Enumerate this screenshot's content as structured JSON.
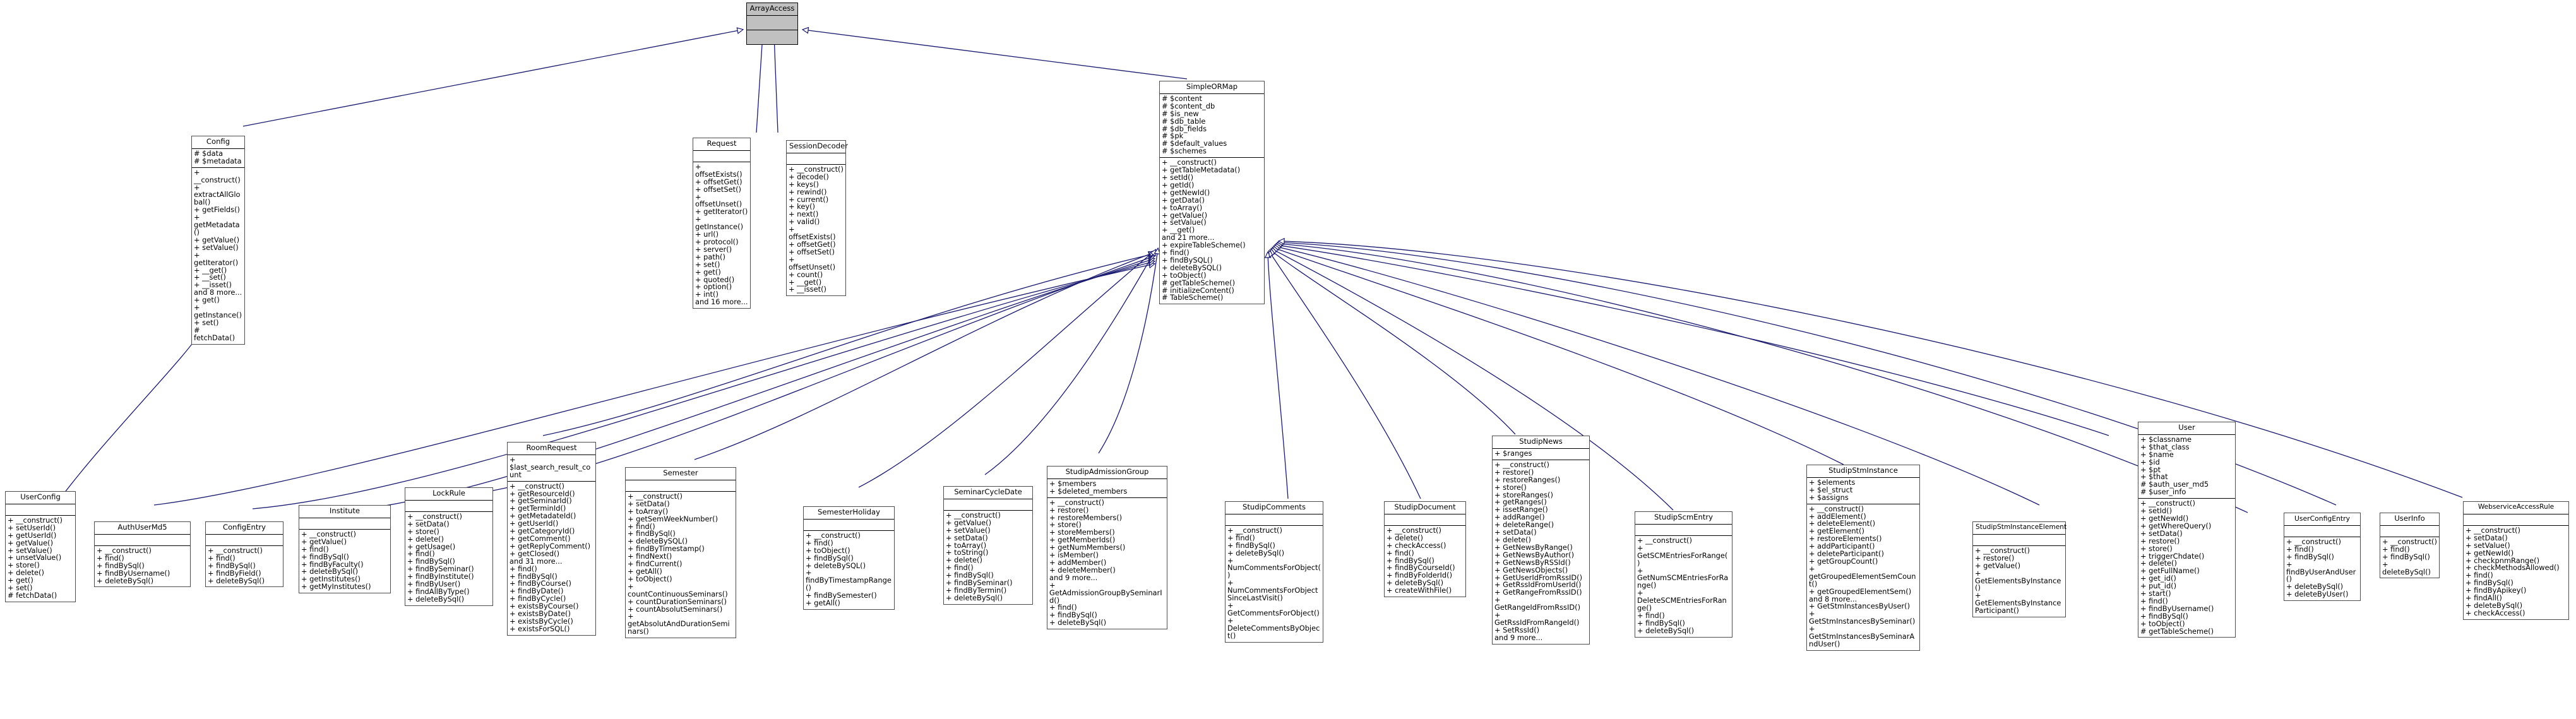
{
  "diagram": {
    "type": "uml-class-inheritance",
    "title": "ArrayAccess inheritance diagram",
    "root": "ArrayAccess",
    "edge_color": "#191970",
    "root_fill": "#c0c0c0",
    "node_fill": "#ffffff",
    "border_color": "#4d4d4d"
  },
  "nodes": [
    {
      "id": "ArrayAccess",
      "name": "ArrayAccess",
      "root": true,
      "attributes": [],
      "operations": []
    },
    {
      "id": "Config",
      "name": "Config",
      "attributes": [
        "# $data",
        "# $metadata"
      ],
      "operations": [
        "+ __construct()",
        "+ extractAllGlobal()",
        "+ getFields()",
        "+ getMetadata()",
        "+ getValue()",
        "+ setValue()",
        "+ getIterator()",
        "+ __get()",
        "+ __set()",
        "+ __isset()",
        "and 8 more...",
        "+ get()",
        "+ getInstance()",
        "+ set()",
        "# fetchData()"
      ]
    },
    {
      "id": "Request",
      "name": "Request",
      "attributes": [],
      "operations": [
        "+ offsetExists()",
        "+ offsetGet()",
        "+ offsetSet()",
        "+ offsetUnset()",
        "+ getIterator()",
        "+ getInstance()",
        "+ url()",
        "+ protocol()",
        "+ server()",
        "+ path()",
        "+ set()",
        "+ get()",
        "+ quoted()",
        "+ option()",
        "+ int()",
        "and 16 more..."
      ]
    },
    {
      "id": "SessionDecoder",
      "name": "SessionDecoder",
      "attributes": [],
      "operations": [
        "+ __construct()",
        "+ decode()",
        "+ keys()",
        "+ rewind()",
        "+ current()",
        "+ key()",
        "+ next()",
        "+ valid()",
        "+ offsetExists()",
        "+ offsetGet()",
        "+ offsetSet()",
        "+ offsetUnset()",
        "+ count()",
        "+ __get()",
        "+ __isset()"
      ]
    },
    {
      "id": "SimpleORMap",
      "name": "SimpleORMap",
      "attributes": [
        "# $content",
        "# $content_db",
        "# $is_new",
        "# $db_table",
        "# $db_fields",
        "# $pk",
        "# $default_values",
        "# $schemes"
      ],
      "operations": [
        "+ __construct()",
        "+ getTableMetadata()",
        "+ setId()",
        "+ getId()",
        "+ getNewId()",
        "+ getData()",
        "+ toArray()",
        "+ getValue()",
        "+ setValue()",
        "+ __get()",
        "and 21 more...",
        "+ expireTableScheme()",
        "+ find()",
        "+ findBySQL()",
        "+ deleteBySQL()",
        "+ toObject()",
        "# getTableScheme()",
        "# initializeContent()",
        "# TableScheme()"
      ]
    },
    {
      "id": "UserConfig",
      "name": "UserConfig",
      "attributes": [],
      "operations": [
        "+ __construct()",
        "+ setUserId()",
        "+ getUserId()",
        "+ getValue()",
        "+ setValue()",
        "+ unsetValue()",
        "+ store()",
        "+ delete()",
        "+ get()",
        "+ set()",
        "# fetchData()"
      ]
    },
    {
      "id": "AuthUserMd5",
      "name": "AuthUserMd5",
      "attributes": [],
      "operations": [
        "+ __construct()",
        "+ find()",
        "+ findBySql()",
        "+ findByUsername()",
        "+ deleteBySql()"
      ]
    },
    {
      "id": "ConfigEntry",
      "name": "ConfigEntry",
      "attributes": [],
      "operations": [
        "+ __construct()",
        "+ find()",
        "+ findBySql()",
        "+ findByField()",
        "+ deleteBySql()"
      ]
    },
    {
      "id": "Institute",
      "name": "Institute",
      "attributes": [],
      "operations": [
        "+ __construct()",
        "+ getValue()",
        "+ find()",
        "+ findBySql()",
        "+ findByFaculty()",
        "+ deleteBySql()",
        "+ getInstitutes()",
        "+ getMyInstitutes()"
      ]
    },
    {
      "id": "LockRule",
      "name": "LockRule",
      "attributes": [],
      "operations": [
        "+ __construct()",
        "+ setData()",
        "+ store()",
        "+ delete()",
        "+ getUsage()",
        "+ find()",
        "+ findBySql()",
        "+ findBySeminar()",
        "+ findByInstitute()",
        "+ findByUser()",
        "+ findAllByType()",
        "+ deleteBySql()"
      ]
    },
    {
      "id": "RoomRequest",
      "name": "RoomRequest",
      "attributes": [
        "+ $last_search_result_count"
      ],
      "operations": [
        "+ __construct()",
        "+ getResourceId()",
        "+ getSeminarId()",
        "+ getTerminId()",
        "+ getMetadateId()",
        "+ getUserId()",
        "+ getCategoryId()",
        "+ getComment()",
        "+ getReplyComment()",
        "+ getClosed()",
        "and 31 more...",
        "+ find()",
        "+ findBySql()",
        "+ findByCourse()",
        "+ findByDate()",
        "+ findByCycle()",
        "+ existsByCourse()",
        "+ existsByDate()",
        "+ existsByCycle()",
        "+ existsForSQL()"
      ]
    },
    {
      "id": "Semester",
      "name": "Semester",
      "attributes": [],
      "operations": [
        "+ __construct()",
        "+ setData()",
        "+ toArray()",
        "+ getSemWeekNumber()",
        "+ find()",
        "+ findBySql()",
        "+ deleteBySQL()",
        "+ findByTimestamp()",
        "+ findNext()",
        "+ findCurrent()",
        "+ getAll()",
        "+ toObject()",
        "+ countContinuousSeminars()",
        "+ countDurationSeminars()",
        "+ countAbsolutSeminars()",
        "+ getAbsolutAndDurationSeminars()"
      ]
    },
    {
      "id": "SemesterHoliday",
      "name": "SemesterHoliday",
      "attributes": [],
      "operations": [
        "+ __construct()",
        "+ find()",
        "+ toObject()",
        "+ findBySql()",
        "+ deleteBySQL()",
        "+ findByTimestampRange()",
        "+ findBySemester()",
        "+ getAll()"
      ]
    },
    {
      "id": "SeminarCycleDate",
      "name": "SeminarCycleDate",
      "attributes": [],
      "operations": [
        "+ __construct()",
        "+ getValue()",
        "+ setValue()",
        "+ setData()",
        "+ toArray()",
        "+ toString()",
        "+ delete()",
        "+ find()",
        "+ findBySql()",
        "+ findBySeminar()",
        "+ findByTermin()",
        "+ deleteBySql()"
      ]
    },
    {
      "id": "StudipAdmissionGroup",
      "name": "StudipAdmissionGroup",
      "attributes": [
        "+ $members",
        "+ $deleted_members"
      ],
      "operations": [
        "+ __construct()",
        "+ restore()",
        "+ restoreMembers()",
        "+ store()",
        "+ storeMembers()",
        "+ getMemberIds()",
        "+ getNumMembers()",
        "+ isMember()",
        "+ addMember()",
        "+ deleteMember()",
        "and 9 more...",
        "+ GetAdmissionGroupBySeminarId()",
        "+ find()",
        "+ findBySql()",
        "+ deleteBySql()"
      ]
    },
    {
      "id": "StudipComments",
      "name": "StudipComments",
      "attributes": [],
      "operations": [
        "+ __construct()",
        "+ find()",
        "+ findBySql()",
        "+ deleteBySql()",
        "+ NumCommentsForObject()",
        "+ NumCommentsForObjectSinceLastVisit()",
        "+ GetCommentsForObject()",
        "+ DeleteCommentsByObject()"
      ]
    },
    {
      "id": "StudipDocument",
      "name": "StudipDocument",
      "attributes": [],
      "operations": [
        "+ __construct()",
        "+ delete()",
        "+ checkAccess()",
        "+ find()",
        "+ findBySql()",
        "+ findByCourseId()",
        "+ findByFolderId()",
        "+ deleteBySql()",
        "+ createWithFile()"
      ]
    },
    {
      "id": "StudipNews",
      "name": "StudipNews",
      "attributes": [
        "+ $ranges"
      ],
      "operations": [
        "+ __construct()",
        "+ restore()",
        "+ restoreRanges()",
        "+ store()",
        "+ storeRanges()",
        "+ getRanges()",
        "+ issetRange()",
        "+ addRange()",
        "+ deleteRange()",
        "+ setData()",
        "+ delete()",
        "+ GetNewsByRange()",
        "+ GetNewsByAuthor()",
        "+ GetNewsByRSSId()",
        "+ GetNewsObjects()",
        "+ GetUserIdFromRssID()",
        "+ GetRssIdFromUserId()",
        "+ GetRangeFromRssID()",
        "+ GetRangeIdFromRssID()",
        "+ GetRssIdFromRangeId()",
        "+ SetRssId()",
        "and 9 more..."
      ]
    },
    {
      "id": "StudipScmEntry",
      "name": "StudipScmEntry",
      "attributes": [],
      "operations": [
        "+ __construct()",
        "+ GetSCMEntriesForRange()",
        "+ GetNumSCMEntriesForRange()",
        "+ DeleteSCMEntriesForRange()",
        "+ find()",
        "+ findBySql()",
        "+ deleteBySql()"
      ]
    },
    {
      "id": "StudipStmInstance",
      "name": "StudipStmInstance",
      "attributes": [
        "+ $elements",
        "+ $el_struct",
        "+ $assigns"
      ],
      "operations": [
        "+ __construct()",
        "+ addElement()",
        "+ deleteElement()",
        "+ getElement()",
        "+ restoreElements()",
        "+ addParticipant()",
        "+ deleteParticipant()",
        "+ getGroupCount()",
        "+ getGroupedElementSemCount()",
        "+ getGroupedElementSem()",
        "and 8 more...",
        "+ GetStmInstancesByUser()",
        "+ GetStmInstancesBySeminar()",
        "+ GetStmInstancesBySeminarAndUser()"
      ]
    },
    {
      "id": "StudipStmInstanceElement",
      "name": "StudipStmInstanceElement",
      "attributes": [],
      "operations": [
        "+ __construct()",
        "+ restore()",
        "+ getValue()",
        "+ GetElementsByInstance()",
        "+ GetElementsByInstanceParticipant()"
      ]
    },
    {
      "id": "User",
      "name": "User",
      "attributes": [
        "+ $classname",
        "+ $that_class",
        "+ $name",
        "+ $id",
        "+ $pt",
        "+ $that",
        "# $auth_user_md5",
        "# $user_info"
      ],
      "operations": [
        "+ __construct()",
        "+ setId()",
        "+ getNewId()",
        "+ getWhereQuery()",
        "+ setData()",
        "+ restore()",
        "+ store()",
        "+ triggerChdate()",
        "+ delete()",
        "+ getFullName()",
        "+ get_id()",
        "+ put_id()",
        "+ start()",
        "+ find()",
        "+ findByUsername()",
        "+ findBySql()",
        "+ toObject()",
        "# getTableScheme()"
      ]
    },
    {
      "id": "UserConfigEntry",
      "name": "UserConfigEntry",
      "attributes": [],
      "operations": [
        "+ __construct()",
        "+ find()",
        "+ findBySql()",
        "+ findByUserAndUser()",
        "+ deleteBySql()",
        "+ deleteByUser()"
      ]
    },
    {
      "id": "UserInfo",
      "name": "UserInfo",
      "attributes": [],
      "operations": [
        "+ __construct()",
        "+ find()",
        "+ findBySql()",
        "+ deleteBySql()"
      ]
    },
    {
      "id": "WebserviceAccessRule",
      "name": "WebserviceAccessRule",
      "attributes": [],
      "operations": [
        "+ __construct()",
        "+ setData()",
        "+ setValue()",
        "+ getNewId()",
        "+ checkpnmRange()",
        "+ checkMethodsAllowed()",
        "+ find()",
        "+ findBySql()",
        "+ findByApikey()",
        "+ findAll()",
        "+ deleteBySql()",
        "+ checkAccess()"
      ]
    }
  ],
  "edges": [
    {
      "from": "Config",
      "to": "ArrayAccess"
    },
    {
      "from": "Request",
      "to": "ArrayAccess"
    },
    {
      "from": "SessionDecoder",
      "to": "ArrayAccess"
    },
    {
      "from": "SimpleORMap",
      "to": "ArrayAccess"
    },
    {
      "from": "UserConfig",
      "to": "Config"
    },
    {
      "from": "AuthUserMd5",
      "to": "SimpleORMap"
    },
    {
      "from": "ConfigEntry",
      "to": "SimpleORMap"
    },
    {
      "from": "Institute",
      "to": "SimpleORMap"
    },
    {
      "from": "LockRule",
      "to": "SimpleORMap"
    },
    {
      "from": "RoomRequest",
      "to": "SimpleORMap"
    },
    {
      "from": "Semester",
      "to": "SimpleORMap"
    },
    {
      "from": "SemesterHoliday",
      "to": "SimpleORMap"
    },
    {
      "from": "SeminarCycleDate",
      "to": "SimpleORMap"
    },
    {
      "from": "StudipAdmissionGroup",
      "to": "SimpleORMap"
    },
    {
      "from": "StudipComments",
      "to": "SimpleORMap"
    },
    {
      "from": "StudipDocument",
      "to": "SimpleORMap"
    },
    {
      "from": "StudipNews",
      "to": "SimpleORMap"
    },
    {
      "from": "StudipScmEntry",
      "to": "SimpleORMap"
    },
    {
      "from": "StudipStmInstance",
      "to": "SimpleORMap"
    },
    {
      "from": "StudipStmInstanceElement",
      "to": "SimpleORMap"
    },
    {
      "from": "User",
      "to": "SimpleORMap"
    },
    {
      "from": "UserConfigEntry",
      "to": "SimpleORMap"
    },
    {
      "from": "UserInfo",
      "to": "SimpleORMap"
    },
    {
      "from": "WebserviceAccessRule",
      "to": "SimpleORMap"
    }
  ]
}
